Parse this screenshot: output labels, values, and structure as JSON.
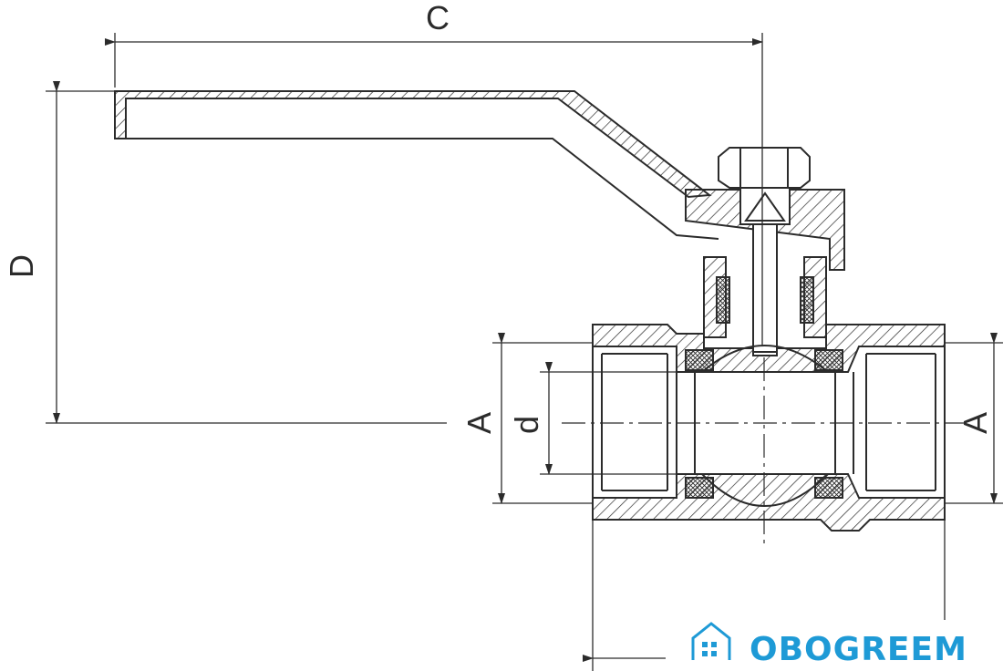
{
  "labels": {
    "c": "C",
    "d_upper": "D",
    "a_left": "A",
    "d_lower": "d",
    "a_right": "A"
  },
  "watermark": {
    "text": "OBOGREEM",
    "icon": "house-icon"
  },
  "colors": {
    "line": "#2b2b2b",
    "brand": "#1e9ad6",
    "background": "#ffffff"
  }
}
